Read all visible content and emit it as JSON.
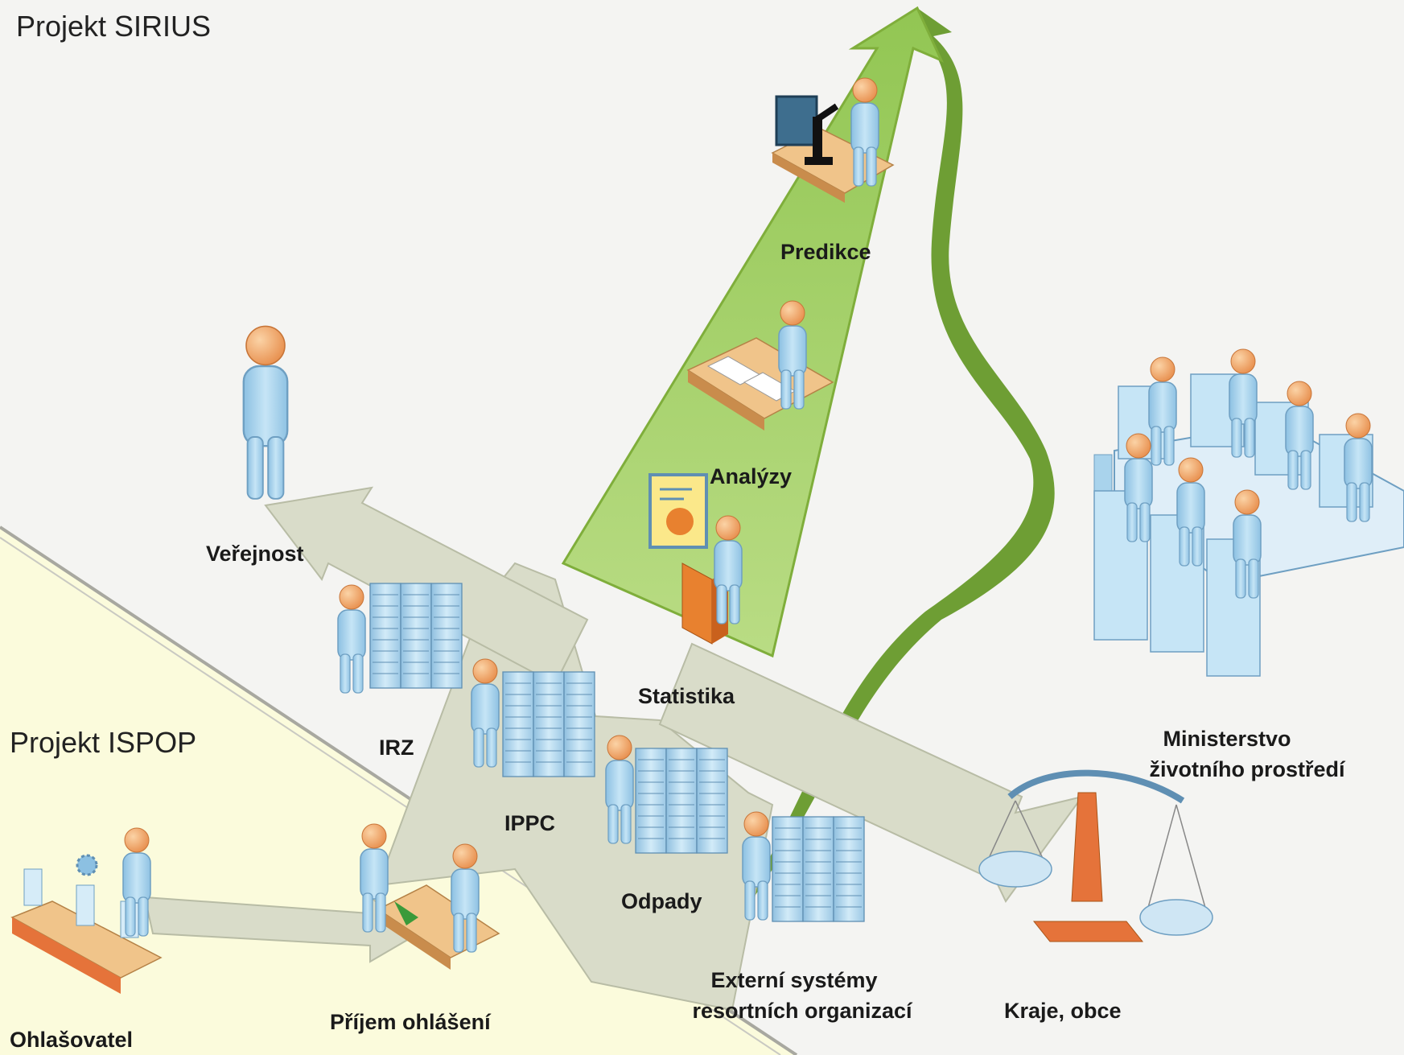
{
  "regions": {
    "sirius": "Projekt SIRIUS",
    "ispop": "Projekt ISPOP"
  },
  "nodes": {
    "predikce": "Predikce",
    "analyzy": "Analýzy",
    "statistika": "Statistika",
    "verejnost": "Veřejnost",
    "irz": "IRZ",
    "ippc": "IPPC",
    "odpady": "Odpady",
    "externi_line1": "Externí systémy",
    "externi_line2": "resortních organizací",
    "kraje": "Kraje, obce",
    "mzp_line1": "Ministerstvo",
    "mzp_line2": "životního prostředí",
    "ohlasovatel": "Ohlašovatel",
    "prijem": "Příjem ohlášení"
  },
  "colors": {
    "background": "#f4f4f2",
    "ispop_region": "#fbfbdc",
    "green_arrow": "#a9d46a",
    "green_arrow_edge": "#7fae3b",
    "curved_arrow": "#6e9e34",
    "gray_arrow": "#d9dcc9",
    "gray_arrow_edge": "#b8bca5",
    "person_body": "#a9d3ec",
    "person_head": "#f3a868",
    "server": "#b9dcf0",
    "desk": "#f0c48a",
    "podium": "#e8812f"
  },
  "icons": [
    "person-icon",
    "server-rack-icon",
    "meeting-table-icon",
    "scales-icon",
    "presentation-board-icon",
    "microscope-icon",
    "conveyor-icon",
    "desk-icon"
  ]
}
